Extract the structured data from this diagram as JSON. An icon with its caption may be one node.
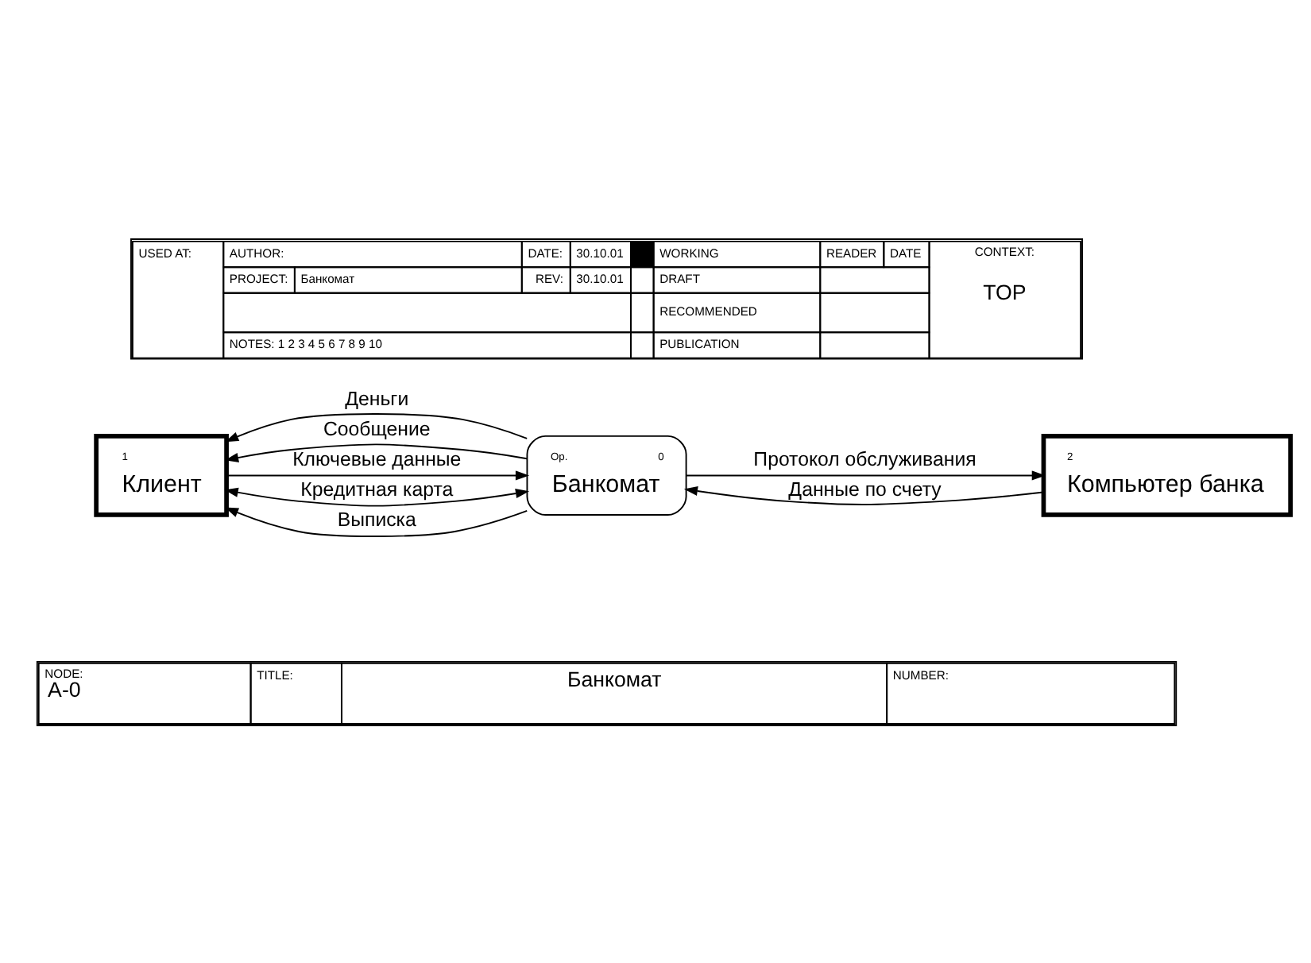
{
  "diagram": {
    "nodes": [
      {
        "text": [
          "1",
          "Клиент"
        ]
      },
      {
        "text": [
          "Op.",
          "0",
          "Банкомат"
        ]
      },
      {
        "text": [
          "2",
          "Компьютер банка"
        ]
      }
    ],
    "edges": [
      {
        "from": 0,
        "to": 1,
        "arrow": "to",
        "label": "Ключевые данные"
      },
      {
        "from": 0,
        "to": 1,
        "arrow": "both",
        "label": "Кредитная карта"
      },
      {
        "from": 1,
        "to": 0,
        "arrow": "to",
        "label": "Сообщение"
      },
      {
        "from": 1,
        "to": 0,
        "arrow": "to",
        "label": "Деньги"
      },
      {
        "from": 1,
        "to": 0,
        "arrow": "to",
        "label": "Выписка"
      },
      {
        "from": 2,
        "to": 1,
        "arrow": "to",
        "label": "Данные по счету"
      },
      {
        "from": 1,
        "to": 2,
        "arrow": "to",
        "label": "Протокол обслуживания"
      }
    ],
    "labels": [
      "USED AT:",
      "AUTHOR:",
      "DATE:",
      "30.10.01",
      "WORKING",
      "READER",
      "DATE",
      "CONTEXT:",
      "PROJECT:",
      "Банкомат",
      "REV:",
      "30.10.01",
      "DRAFT",
      "TOP",
      "RECOMMENDED",
      "NOTES: 1 2 3 4 5 6 7 8 9 10",
      "PUBLICATION",
      "NODE:",
      "TITLE:",
      "Банкомат",
      "NUMBER:",
      "A-0"
    ]
  }
}
